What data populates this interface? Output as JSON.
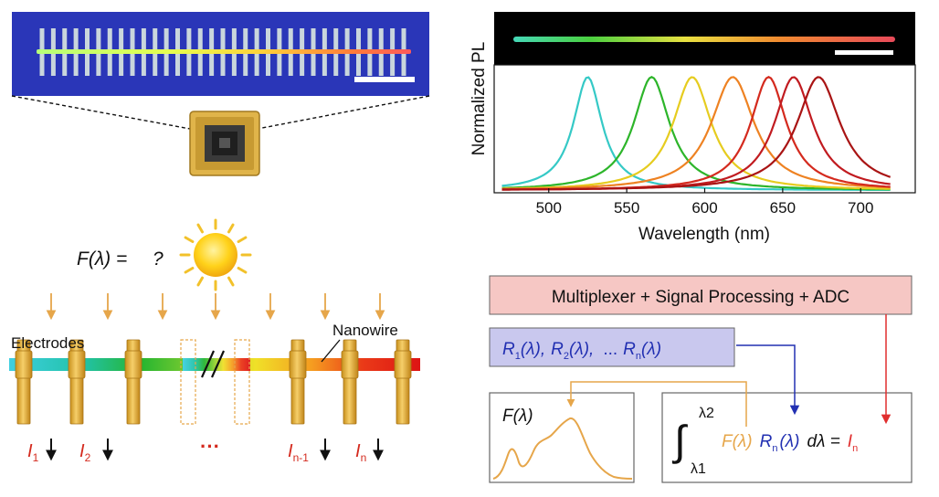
{
  "equation": {
    "lhs": "F(λ) =",
    "unknown": "?"
  },
  "labels": {
    "electrodes": "Electrodes",
    "nanowire": "Nanowire",
    "ellipsis": "···"
  },
  "currents": [
    {
      "base": "I",
      "sub": "1"
    },
    {
      "base": "I",
      "sub": "2"
    },
    {
      "base": "I",
      "sub": "n-1"
    },
    {
      "base": "I",
      "sub": "n"
    }
  ],
  "processing": {
    "box_label": "Multiplexer + Signal Processing + ADC"
  },
  "responses": {
    "r1": {
      "base": "R",
      "sub": "1",
      "arg": "(λ),",
      "sep": ","
    },
    "r2": {
      "base": "R",
      "sub": "2",
      "arg": "(λ),",
      "sep": ","
    },
    "dots": "...",
    "rn": {
      "base": "R",
      "sub": "n",
      "arg": "(λ)"
    }
  },
  "spectrum_box": {
    "label": "F(λ)"
  },
  "integral": {
    "upper": "λ2",
    "lower": "λ1",
    "f": "F(λ)",
    "r_base": "R",
    "r_sub": "n",
    "r_arg": "(λ)",
    "dl": "dλ =",
    "i_base": "I",
    "i_sub": "n"
  },
  "chart_data": {
    "type": "line",
    "title": "",
    "xlabel": "Wavelength (nm)",
    "ylabel": "Normalized PL",
    "xlim": [
      465,
      735
    ],
    "ylim": [
      0,
      1.05
    ],
    "xticks": [
      500,
      550,
      600,
      650,
      700
    ],
    "grid": false,
    "series": [
      {
        "peak": 525,
        "width": 12,
        "color": "#35c9c6"
      },
      {
        "peak": 566,
        "width": 15,
        "color": "#2db52a"
      },
      {
        "peak": 592,
        "width": 16,
        "color": "#e6cc1f"
      },
      {
        "peak": 618,
        "width": 18,
        "color": "#ee8222"
      },
      {
        "peak": 641,
        "width": 15,
        "color": "#d42a1e"
      },
      {
        "peak": 657,
        "width": 16,
        "color": "#c11b20"
      },
      {
        "peak": 673,
        "width": 18,
        "color": "#a91414"
      }
    ]
  },
  "colors": {
    "chip_bg": "#2a36b8",
    "electrode": "#e8b440",
    "process_box": "#f6c7c4",
    "response_box": "#c9c8ee",
    "arrow_orange": "#e6a64a",
    "arrow_blue": "#2230b2",
    "arrow_red": "#e02e2e"
  }
}
